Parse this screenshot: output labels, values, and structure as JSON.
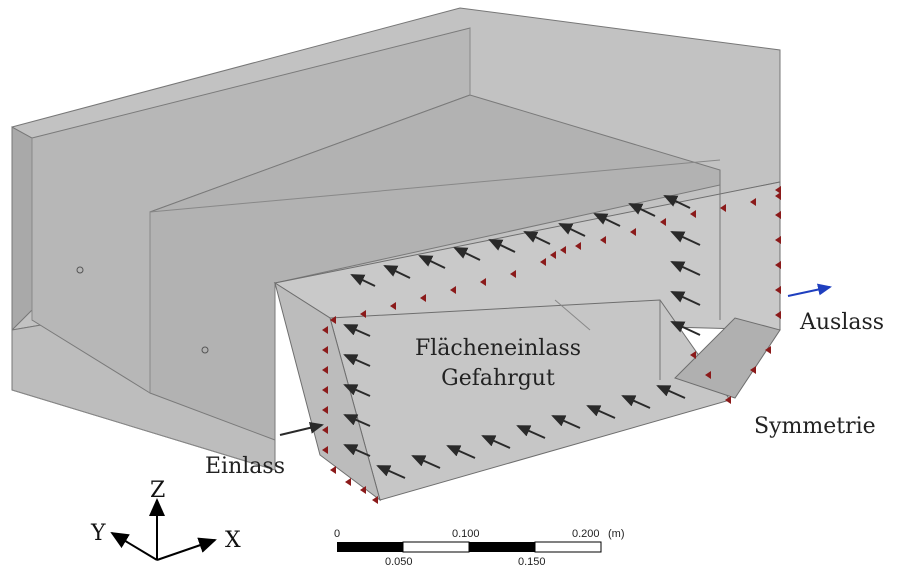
{
  "labels": {
    "inlet": "Einlass",
    "surface_inlet_line1": "Flächeneinlass",
    "surface_inlet_line2": "Gefahrgut",
    "outlet": "Auslass",
    "symmetry": "Symmetrie"
  },
  "axes": {
    "z": "Z",
    "y": "Y",
    "x": "X"
  },
  "scale_bar": {
    "top_ticks": [
      "0",
      "0.100",
      "0.200"
    ],
    "unit": "(m)",
    "bottom_ticks": [
      "0.050",
      "0.150"
    ]
  },
  "colors": {
    "model_fill": "#b9b9b9",
    "model_edge": "#6e6e6e",
    "boundary_marker": "#8b1a1a",
    "flow_arrow": "#2a2a2a",
    "outlet_arrow": "#1f3fbf"
  }
}
